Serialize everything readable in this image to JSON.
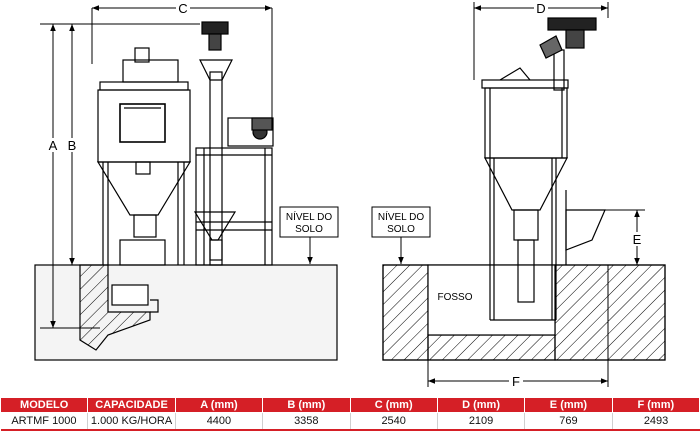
{
  "drawing": {
    "dim_labels": {
      "a": "A",
      "b": "B",
      "c": "C",
      "d": "D",
      "e": "E",
      "f": "F"
    },
    "left_view": {
      "ground_label_line1": "NÍVEL DO",
      "ground_label_line2": "SOLO"
    },
    "right_view": {
      "ground_label_line1": "NÍVEL DO",
      "ground_label_line2": "SOLO",
      "pit_label": "FOSSO"
    }
  },
  "table": {
    "headers": [
      "MODELO",
      "CAPACIDADE",
      "A (mm)",
      "B (mm)",
      "C (mm)",
      "D (mm)",
      "E (mm)",
      "F (mm)"
    ],
    "rows": [
      [
        "ARTMF 1000",
        "1.000 KG/HORA",
        "4400",
        "3358",
        "2540",
        "2109",
        "769",
        "2493"
      ]
    ]
  },
  "colors": {
    "header_bg": "#d51f26",
    "header_text": "#ffffff",
    "line": "#000000"
  }
}
